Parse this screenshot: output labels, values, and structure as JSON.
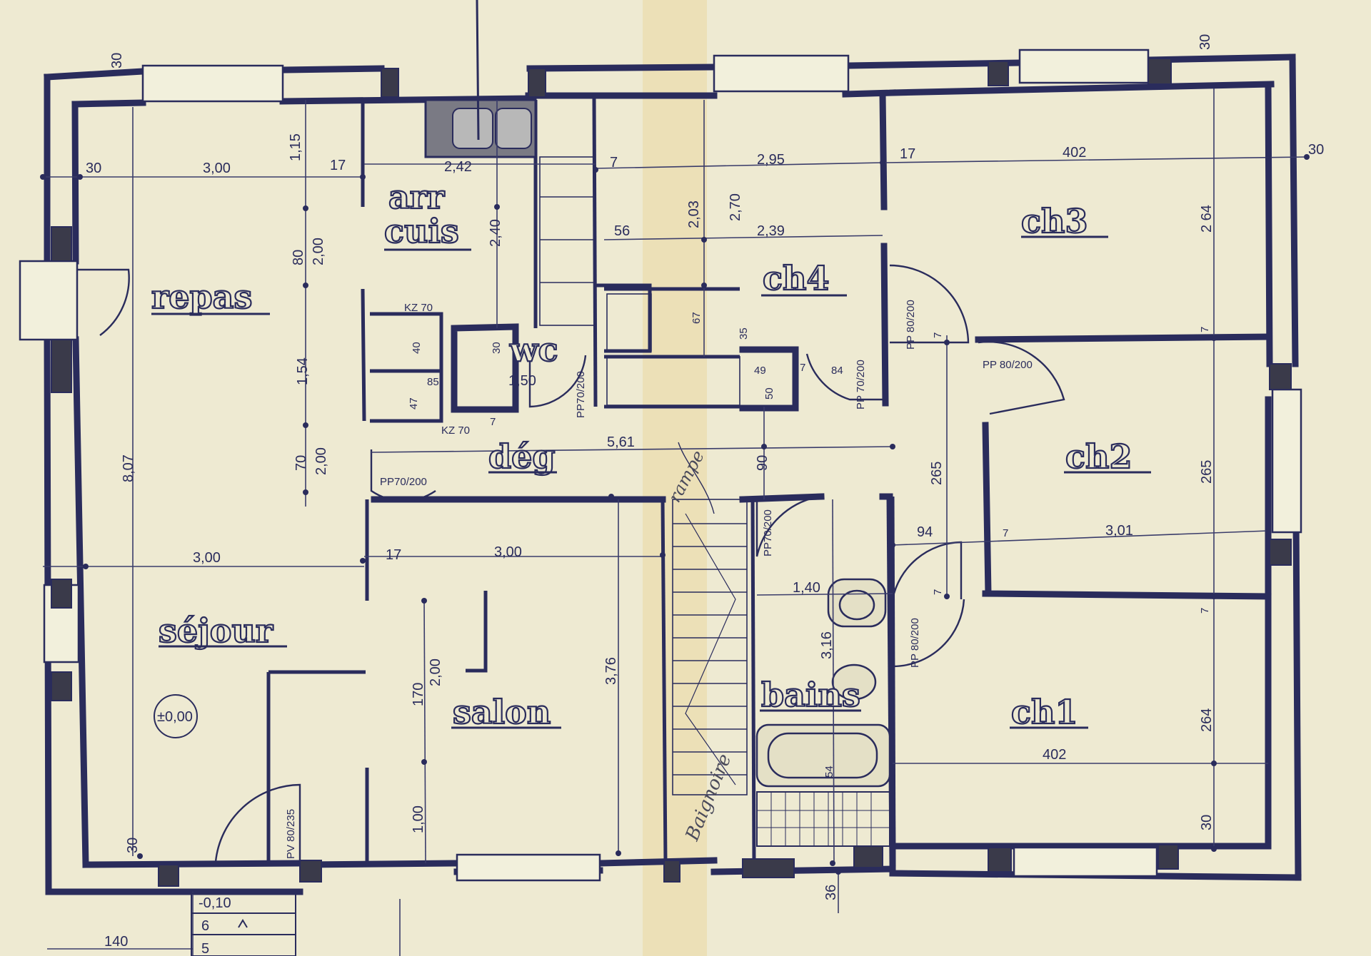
{
  "rooms": {
    "repas": "repas",
    "arr_cuis_1": "arr",
    "arr_cuis_2": "cuis",
    "wc": "wc",
    "ch4": "ch4",
    "ch3": "ch3",
    "ch2": "ch2",
    "ch1": "ch1",
    "deg": "dég",
    "sejour": "séjour",
    "salon": "salon",
    "bains": "bains"
  },
  "level_mark": "±0,00",
  "entrance_level": "-0,10",
  "dims": {
    "d30_tl": "30",
    "d30_left": "30",
    "d300_top": "3,00",
    "d115": "1,15",
    "d17_a": "17",
    "d242": "2,42",
    "d7_a": "7",
    "d295": "2,95",
    "d17_b": "17",
    "d402_top": "402",
    "d30_right": "30",
    "d30_tr": "30",
    "d80": "80",
    "d200_a": "2,00",
    "d240": "2,40",
    "d56": "56",
    "d203": "2,03",
    "d270": "2,70",
    "d239": "2,39",
    "d264_top": "2 64",
    "d154": "1,54",
    "d807": "8,07",
    "d40": "40",
    "d30_wc": "30",
    "d150": "1,50",
    "d85": "85",
    "d47": "47",
    "d7_wc": "7",
    "d67": "67",
    "d35": "35",
    "d49": "49",
    "d50": "50",
    "d84": "84",
    "d7_c": "7",
    "d7_d": "7",
    "d7_e": "7",
    "d70": "70",
    "d200_b": "2,00",
    "d561": "5,61",
    "d90": "90",
    "d265_mid": "265",
    "d265_right": "265",
    "d300_left": "3,00",
    "d17_c": "17",
    "d300_salon": "3,00",
    "d94": "94",
    "d7_f": "7",
    "d301": "3,01",
    "d140_bath": "1,40",
    "d7_g": "7",
    "d7_h": "7",
    "d316": "3,16",
    "d170": "170",
    "d200_c": "2,00",
    "d376": "3,76",
    "d264_bot": "264",
    "d402_bot": "402",
    "d54": "54",
    "d100": "1,00",
    "d30_bl": "30",
    "d30_br": "30",
    "d36": "36",
    "d140_bot": "140",
    "d6": "6",
    "d5": "5"
  },
  "doors": {
    "kz70_a": "KZ 70",
    "kz70_b": "KZ 70",
    "pp70_200_a": "PP70/200",
    "pp70_200_b": "PP70/200",
    "pp70_200_c": "PP70/200",
    "pp70_200_d": "PP 70/200",
    "pp80_200_a": "PP 80/200",
    "pp80_200_b": "PP 80/200",
    "pp80_200_c": "PP 80/200",
    "pv80_235": "PV 80/235"
  },
  "annotations": {
    "rampe": "rampe",
    "baignoire": "Baignoire"
  }
}
